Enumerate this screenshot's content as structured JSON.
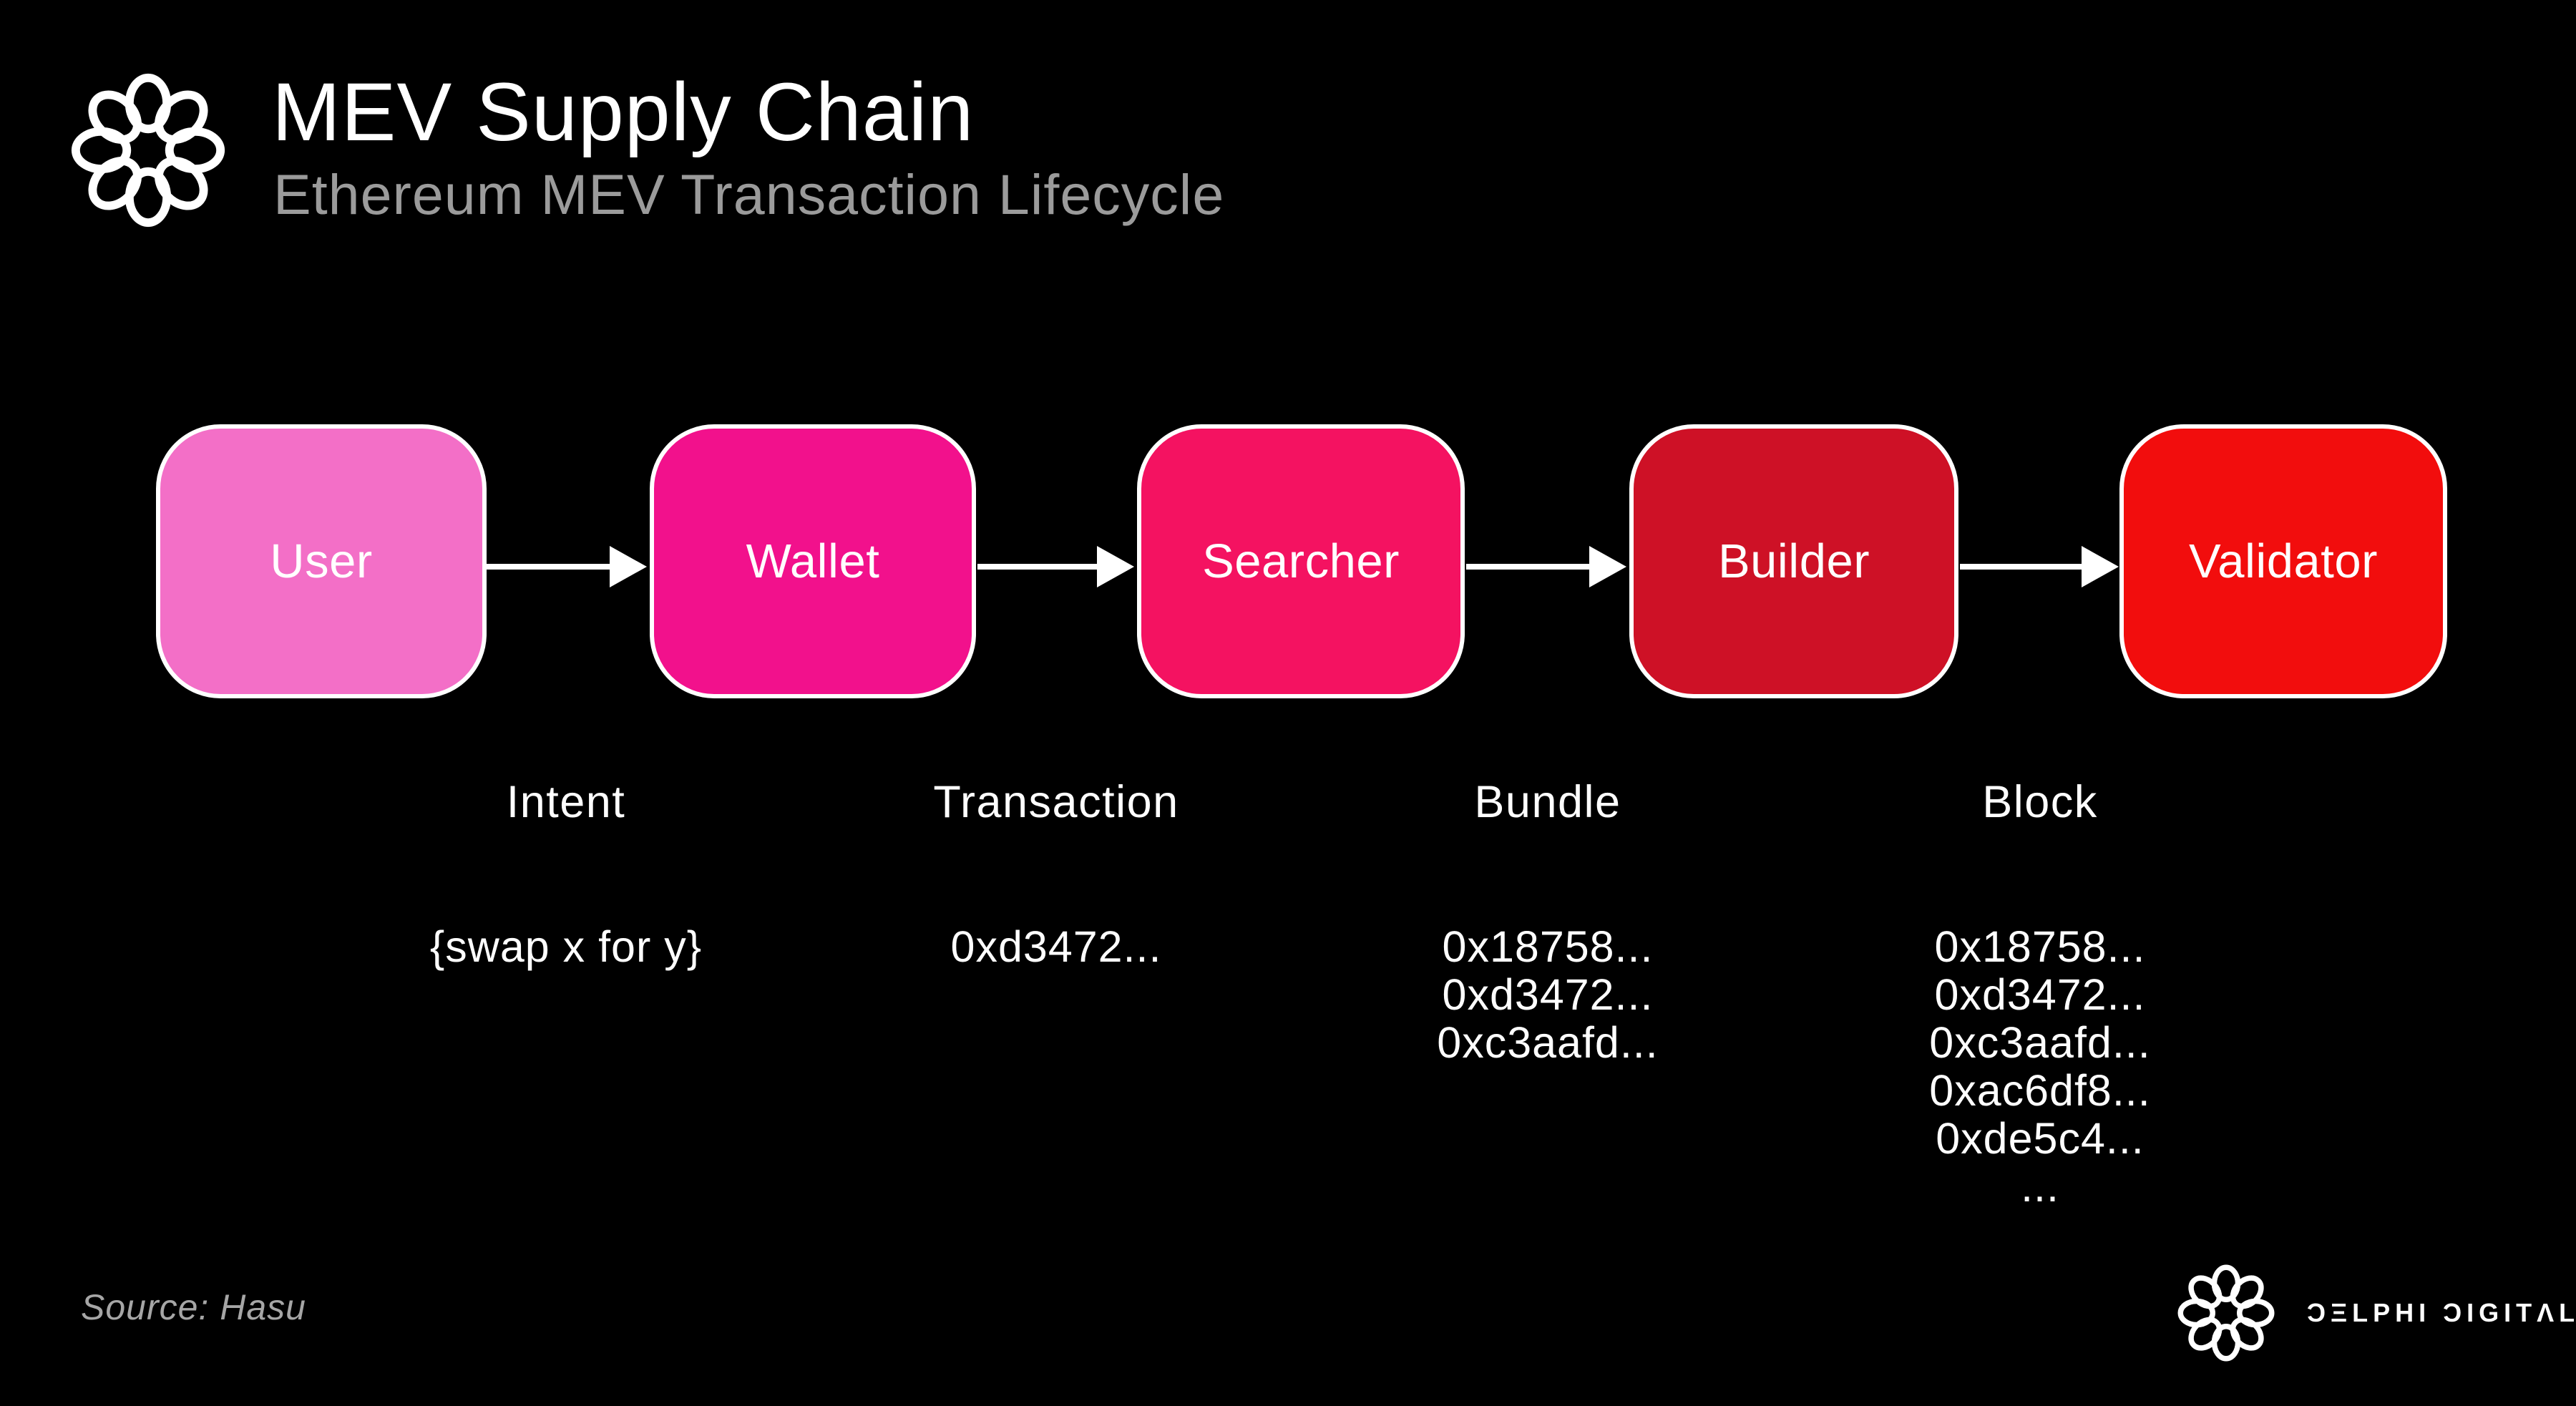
{
  "header": {
    "title": "MEV Supply Chain",
    "subtitle": "Ethereum MEV Transaction Lifecycle"
  },
  "flow": {
    "nodes": [
      {
        "label": "User",
        "color": "#f36fc7"
      },
      {
        "label": "Wallet",
        "color": "#f2118c"
      },
      {
        "label": "Searcher",
        "color": "#f41261"
      },
      {
        "label": "Builder",
        "color": "#ce1126"
      },
      {
        "label": "Validator",
        "color": "#f20d0d"
      }
    ],
    "edges": [
      {
        "label": "Intent",
        "values": [
          "{swap x for y}"
        ]
      },
      {
        "label": "Transaction",
        "values": [
          "0xd3472..."
        ]
      },
      {
        "label": "Bundle",
        "values": [
          "0x18758...",
          "0xd3472...",
          "0xc3aafd..."
        ]
      },
      {
        "label": "Block",
        "values": [
          "0x18758...",
          "0xd3472...",
          "0xc3aafd...",
          "0xac6df8...",
          "0xde5c4...",
          "..."
        ]
      }
    ]
  },
  "footer": {
    "source": "Source: Hasu",
    "brand_name": "Delphi Digital",
    "wordmark": "ƆΞLPHI ƆIGITΛL"
  },
  "style": {
    "background": "#000000",
    "node_border": "#ffffff",
    "arrow_color": "#ffffff",
    "text_primary": "#ffffff",
    "text_muted": "#9b9b9b"
  }
}
